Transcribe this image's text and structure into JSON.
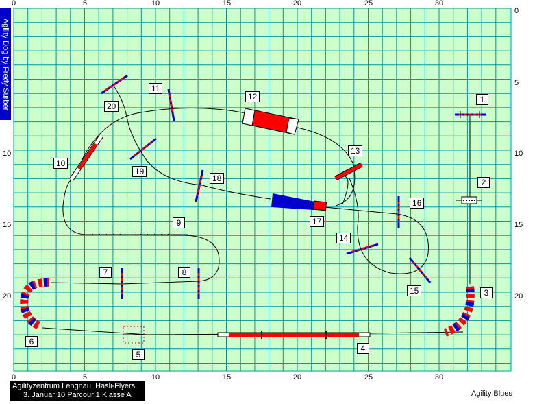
{
  "course": {
    "side_title": "Agility Dog by Fredy Surber",
    "club_line": "Agilityzentrum Lengnau:  Hasli-Flyers",
    "event_line": "3. Januar 10  Parcour 1 Klasse A",
    "brand": "Agility Blues",
    "colors": {
      "field": "#ccffcc",
      "grid": "#009999",
      "red": "#ff0000",
      "blue": "#0000cc",
      "white": "#ffffff",
      "black": "#000000"
    },
    "axis": {
      "top_ticks": [
        "0",
        "5",
        "10",
        "15",
        "20",
        "25",
        "30"
      ],
      "bottom_ticks": [
        "0",
        "5",
        "10",
        "15",
        "20",
        "25",
        "30"
      ],
      "right_ticks": [
        "0",
        "5",
        "10",
        "15",
        "20"
      ],
      "left_ticks": [
        "5",
        "10",
        "15",
        "20"
      ]
    },
    "obstacles": [
      {
        "number": "1",
        "kind": "jump"
      },
      {
        "number": "2",
        "kind": "tire"
      },
      {
        "number": "3",
        "kind": "tunnel"
      },
      {
        "number": "4",
        "kind": "dogwalk"
      },
      {
        "number": "5",
        "kind": "weave"
      },
      {
        "number": "6",
        "kind": "tunnel"
      },
      {
        "number": "7",
        "kind": "jump"
      },
      {
        "number": "8",
        "kind": "jump"
      },
      {
        "number": "9",
        "kind": "weave"
      },
      {
        "number": "10",
        "kind": "seesaw"
      },
      {
        "number": "11",
        "kind": "jump"
      },
      {
        "number": "12",
        "kind": "tunnel"
      },
      {
        "number": "13",
        "kind": "jump"
      },
      {
        "number": "14",
        "kind": "jump"
      },
      {
        "number": "15",
        "kind": "jump"
      },
      {
        "number": "16",
        "kind": "jump"
      },
      {
        "number": "17",
        "kind": "chute"
      },
      {
        "number": "18",
        "kind": "jump"
      },
      {
        "number": "19",
        "kind": "jump"
      },
      {
        "number": "20",
        "kind": "jump"
      }
    ]
  }
}
